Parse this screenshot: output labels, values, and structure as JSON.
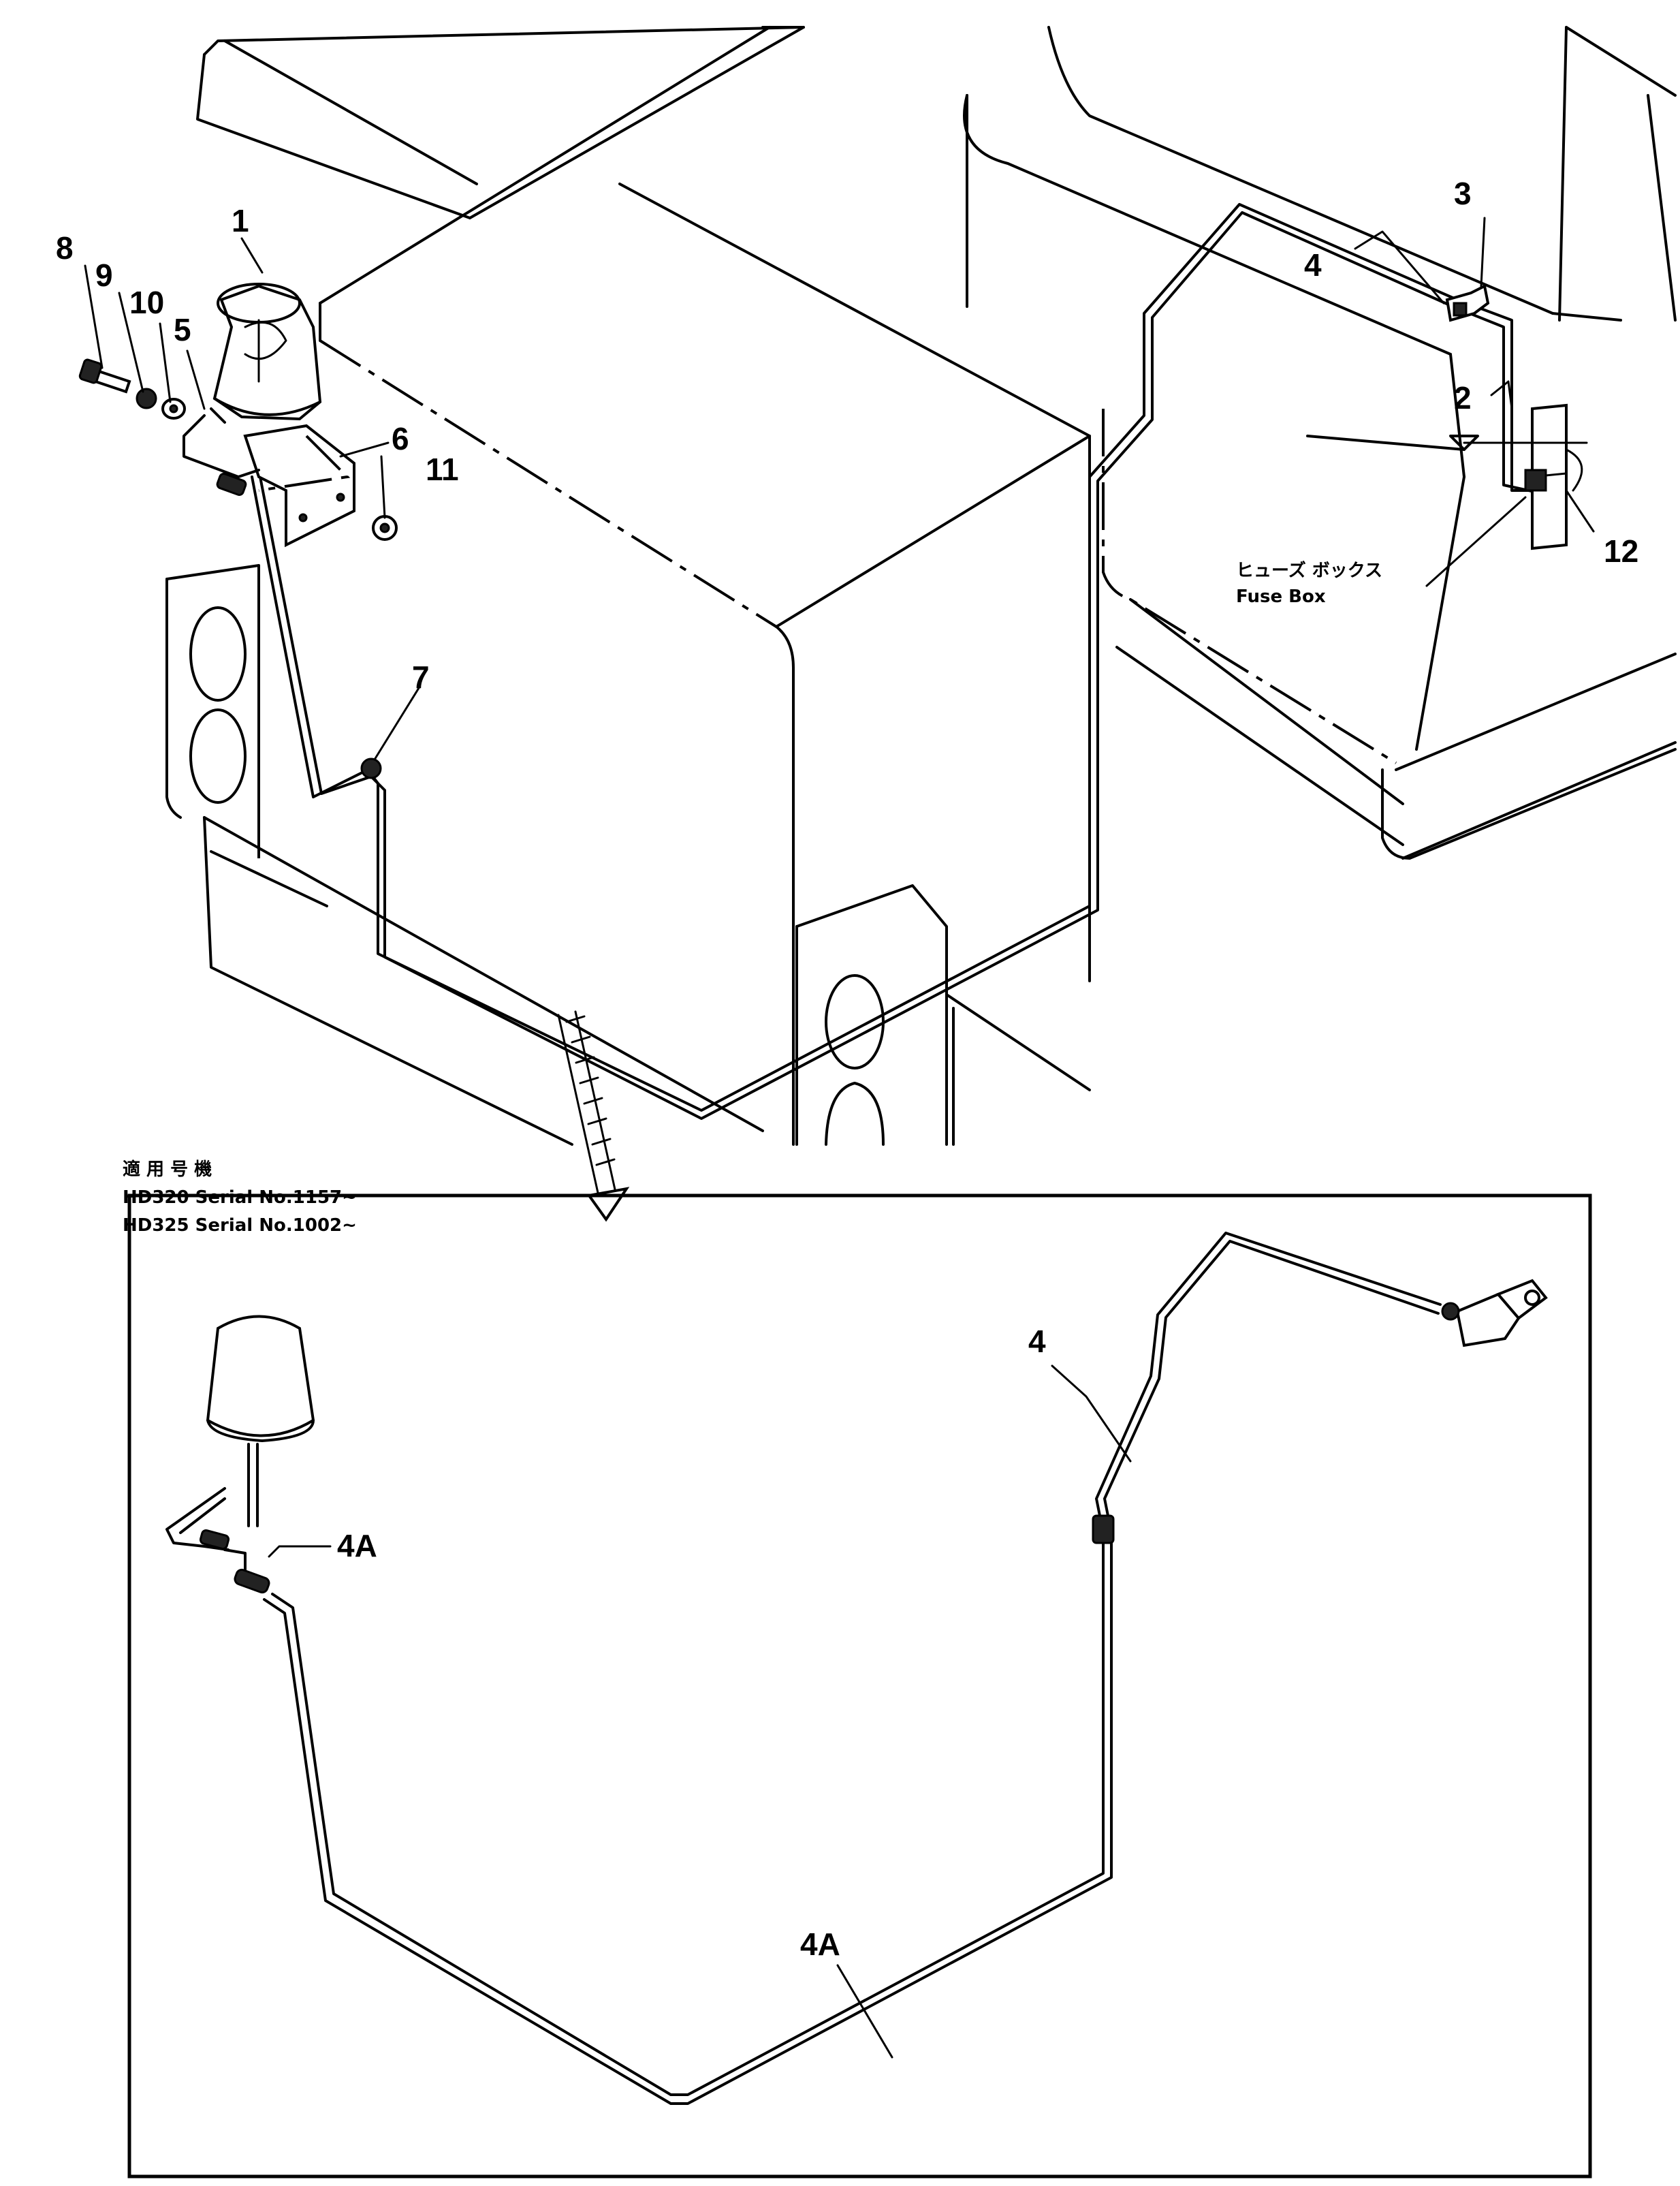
{
  "callouts": {
    "c1": "1",
    "c2": "2",
    "c3": "3",
    "c4_top": "4",
    "c5": "5",
    "c6": "6",
    "c7": "7",
    "c8": "8",
    "c9": "9",
    "c10": "10",
    "c11": "11",
    "c12": "12",
    "c4_inset": "4",
    "c4a_upper": "4A",
    "c4a_lower": "4A"
  },
  "fuse_box": {
    "label_jp": "ヒューズ ボックス",
    "label_en": "Fuse Box"
  },
  "applicable": {
    "heading_jp": "適 用 号 機",
    "line1": "HD320 Serial No.1157~",
    "line2": "HD325 Serial No.1002~"
  }
}
